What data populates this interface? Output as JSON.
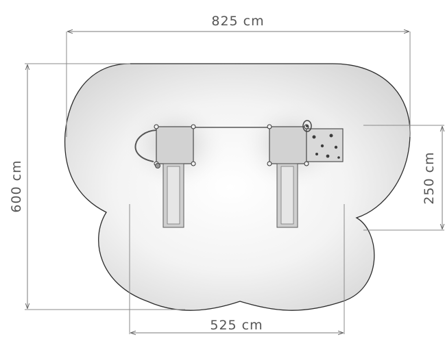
{
  "dimensions": {
    "overall_width": "825 cm",
    "overall_depth": "600 cm",
    "equipment_width": "525 cm",
    "equipment_depth": "250 cm"
  },
  "colors": {
    "zone_center": "#ffffff",
    "zone_edge": "#d8d8d8",
    "outline": "#2b2b2b",
    "dimension": "#7a7a7a"
  }
}
